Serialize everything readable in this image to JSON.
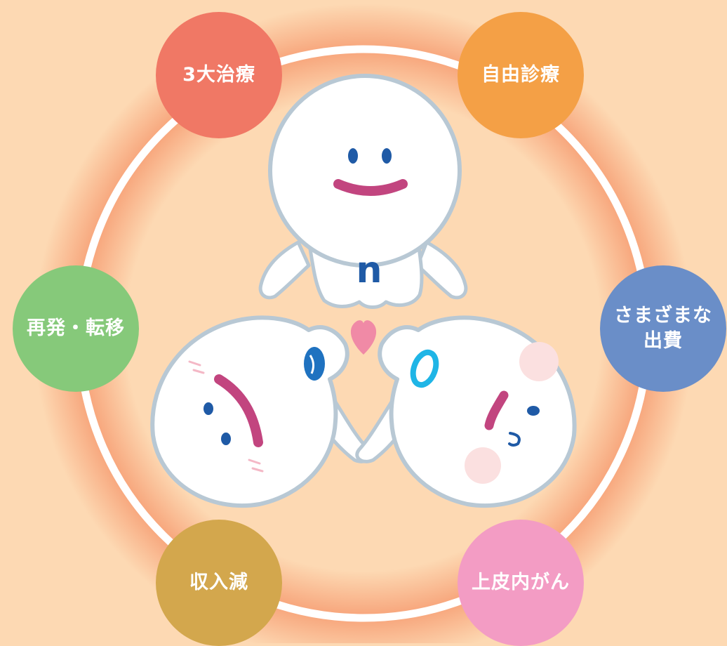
{
  "items": [
    {
      "label": "3大治療",
      "color": "#f07865"
    },
    {
      "label": "自由診療",
      "color": "#f4a046"
    },
    {
      "label": "再発・転移",
      "color": "#86c97a"
    },
    {
      "label": "さまざまな\n出費",
      "color": "#6a8ec8"
    },
    {
      "label": "収入減",
      "color": "#d3a74d"
    },
    {
      "label": "上皮内がん",
      "color": "#f39cc4"
    }
  ],
  "mascot_text": "n",
  "colors": {
    "background": "#fdd9b3",
    "glow": "#f7a47a",
    "ring": "#ffffff",
    "outline": "#b8c8d4",
    "mouth": "#c2457f",
    "eye": "#1f5aa6",
    "heart": "#f08aa6",
    "cheek": "#fbe0e0"
  }
}
